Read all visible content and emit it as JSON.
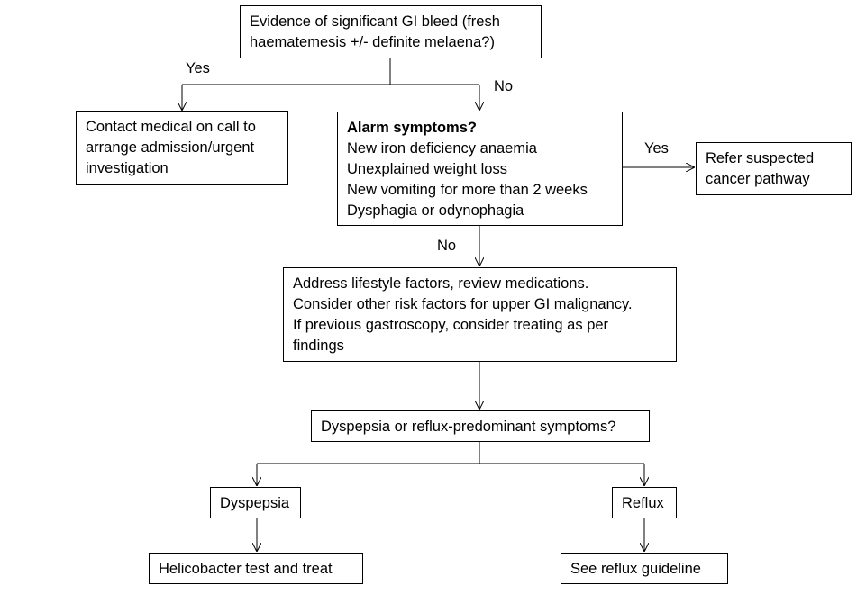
{
  "nodes": {
    "gi_bleed": {
      "lines": [
        "Evidence of significant GI bleed (fresh",
        "haematemesis +/- definite melaena?)"
      ]
    },
    "contact_medical": {
      "lines": [
        "Contact medical  on call to",
        "arrange admission/urgent",
        "investigation"
      ]
    },
    "alarm": {
      "heading": "Alarm symptoms?",
      "lines": [
        "New iron deficiency  anaemia",
        "Unexplained  weight loss",
        "New vomiting for more than 2 weeks",
        "Dysphagia or odynophagia"
      ]
    },
    "refer_cancer": {
      "lines": [
        "Refer suspected",
        "cancer pathway"
      ]
    },
    "lifestyle": {
      "lines": [
        "Address lifestyle factors, review medications.",
        "Consider other risk factors for upper GI malignancy.",
        "If previous gastroscopy, consider treating as per",
        "findings"
      ]
    },
    "dyspepsia_reflux": {
      "lines": [
        "Dyspepsia or reflux-predominant symptoms?"
      ]
    },
    "dyspepsia": {
      "lines": [
        "Dyspepsia"
      ]
    },
    "reflux": {
      "lines": [
        "Reflux"
      ]
    },
    "helicobacter": {
      "lines": [
        "Helicobacter  test and treat"
      ]
    },
    "see_reflux": {
      "lines": [
        "See reflux guideline"
      ]
    }
  },
  "edge_labels": {
    "bleed_yes": "Yes",
    "bleed_no": "No",
    "alarm_yes": "Yes",
    "alarm_no": "No"
  }
}
